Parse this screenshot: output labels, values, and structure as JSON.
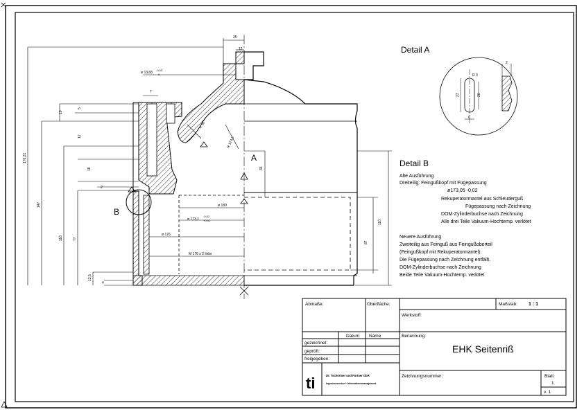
{
  "drawing": {
    "view_labels": {
      "detail_a_marker": "A",
      "detail_b_marker": "B"
    },
    "dimensions": {
      "top_width": "35",
      "top_slot": "12",
      "bore": "ø 13,68",
      "bore_tol_upper": "-0,03",
      "bore_tol_lower": "0",
      "left_7": "7",
      "radius_30": "R 30",
      "radius_175": "R 173,5",
      "dim_33": "33",
      "dim_10": "10",
      "dim_5": "5",
      "dim_12": "12",
      "dim_18": "18",
      "dim_2": "2",
      "total_height": "176,21",
      "dim_147": "147",
      "dim_116": "116",
      "dim_77": "77",
      "dim_135": "13,5",
      "dim_4": "4",
      "dia_180": "ø 180",
      "dia_1731": "ø 173,1",
      "dia_1731_tol_upper": "-0,02",
      "dia_1731_tol_lower": "+0,02",
      "dia_176": "ø 176",
      "thread": "M 176 x 2 links",
      "dim_110": "110",
      "dim_87": "87"
    }
  },
  "detail_a": {
    "title": "Detail A",
    "dims": {
      "h23": "23",
      "r": "R 3",
      "w": "20",
      "b": "6",
      "t": "2"
    }
  },
  "detail_b": {
    "title": "Detail B",
    "old_heading": "Alte Ausführung",
    "old_lines": [
      "Dreiteilig: Feingußkopf mit Fügepassung",
      "ø173,05   -0,02",
      "Rekuperatormantel aus Schleuderguß",
      "Fügepassung nach Zeichnung",
      "DOM-Zylinderbuchse nach Zeichnung",
      "Alle drei Teile Vakuum-Hochtemp. verlötet"
    ],
    "new_heading": "Neuere Ausführung",
    "new_lines": [
      "Zweiteilig aus Feinguß aus Feingußoberteil",
      "(Feingußkopf mit Rekuperatormantel).",
      "Die Fügepassung nach Zeichnung entfällt.",
      "DOM-Zylinderbuchse nach Zeichnung",
      "Beide Teile Vakuum-Hochtemp. verlötet"
    ]
  },
  "title_block": {
    "abmasse": "Abmaße:",
    "oberflaeche": "Oberfläche:",
    "massstab_label": "Maßstab:",
    "massstab_value": "1 : 1",
    "werkstoff": "Werkstoff:",
    "col_datum": "Datum",
    "col_name": "Name",
    "row_gezeichnet": "gezeichnet:",
    "row_geprueft": "geprüft:",
    "row_freigegeben": "freigegeben:",
    "benennung_label": "Benennung:",
    "benennung_value": "EHK Seitenriß",
    "zeichnungsnummer": "Zeichnungsnummer:",
    "blatt_label": "Blatt:",
    "blatt_value": "1",
    "version": "v.  1",
    "logo": "ti",
    "company": "Dr. Tschöriner und Partner GbR",
    "company_sub": "Ingenieurservice + Informationsmanagement"
  }
}
